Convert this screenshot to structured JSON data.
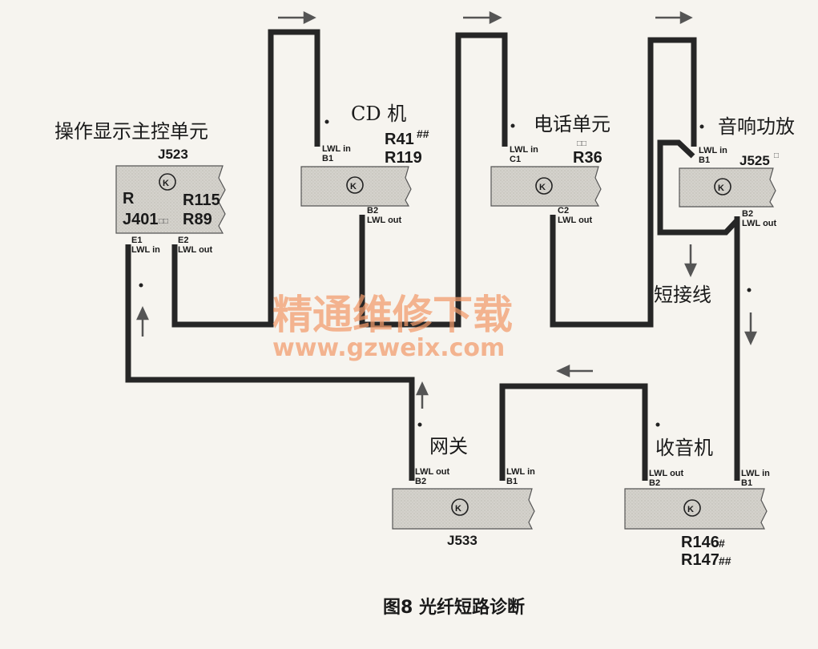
{
  "units": {
    "master": {
      "name": "操作显示主控单元",
      "id": "J523",
      "refs": [
        "R",
        "R115",
        "J401",
        "R89"
      ],
      "pins": [
        {
          "label": "LWL in",
          "pin": "E1"
        },
        {
          "label": "LWL out",
          "pin": "E2"
        }
      ]
    },
    "cd": {
      "name": "CD 机",
      "refs": [
        "R41",
        "R119"
      ],
      "marks": "##",
      "pins": [
        {
          "label": "LWL in",
          "pin": "B1"
        },
        {
          "label": "LWL out",
          "pin": "B2"
        }
      ]
    },
    "phone": {
      "name": "电话单元",
      "refs": [
        "R36"
      ],
      "pins": [
        {
          "label": "LWL in",
          "pin": "C1"
        },
        {
          "label": "LWL out",
          "pin": "C2"
        }
      ]
    },
    "amp": {
      "name": "音响功放",
      "id": "J525",
      "pins": [
        {
          "label": "LWL in",
          "pin": "B1"
        },
        {
          "label": "LWL out",
          "pin": "B2"
        }
      ]
    },
    "gateway": {
      "name": "网关",
      "id": "J533",
      "pins": [
        {
          "label": "LWL out",
          "pin": "B2"
        },
        {
          "label": "LWL in",
          "pin": "B1"
        }
      ]
    },
    "radio": {
      "name": "收音机",
      "refs": [
        "R146",
        "R147"
      ],
      "marks": [
        "#",
        "##"
      ],
      "pins": [
        {
          "label": "LWL out",
          "pin": "B2"
        },
        {
          "label": "LWL in",
          "pin": "B1"
        }
      ]
    }
  },
  "short_wire_label": "短接线",
  "watermark": {
    "title": "精通维修下载",
    "url": "www.gzweix.com"
  },
  "caption": "图8 光纤短路诊断"
}
